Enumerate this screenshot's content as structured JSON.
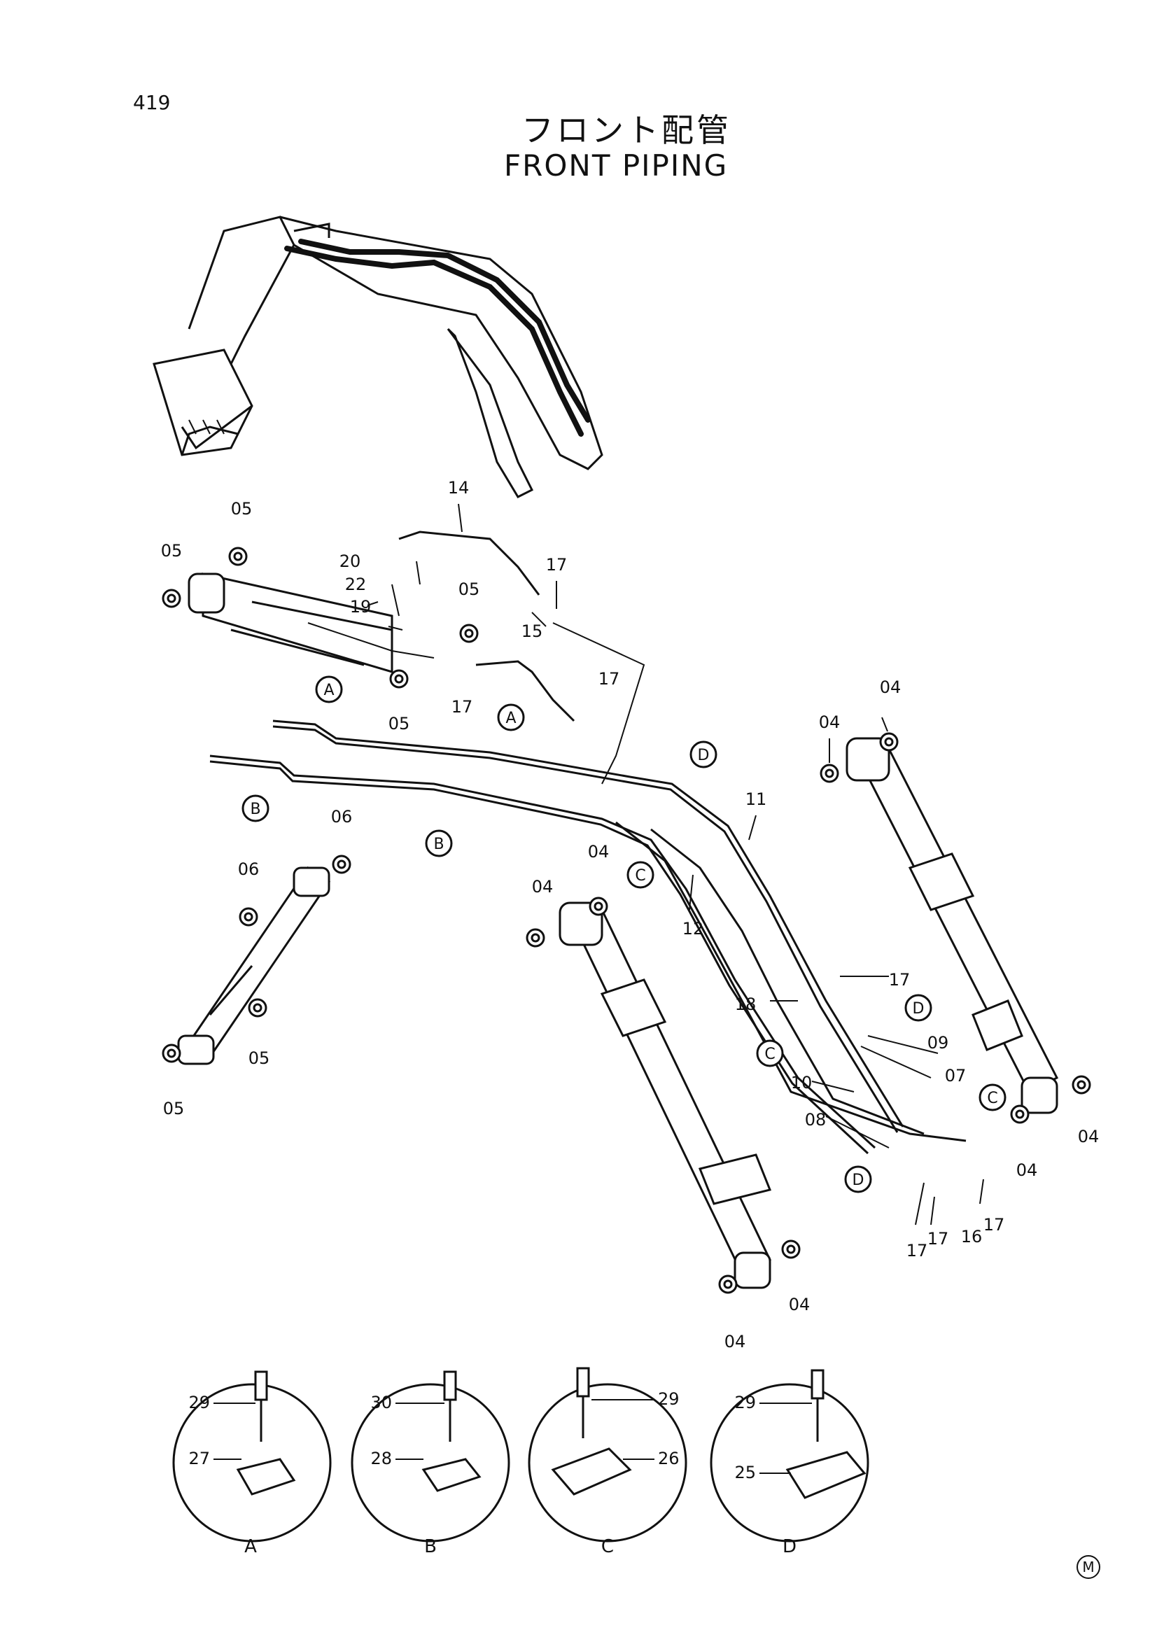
{
  "page_number": "419",
  "title_jp": "フロント配管",
  "title_en": "FRONT  PIPING",
  "footer_mark": "M",
  "callouts": {
    "c04": "04",
    "c05": "05",
    "c06": "06",
    "c07": "07",
    "c08": "08",
    "c09": "09",
    "c10": "10",
    "c11": "11",
    "c12": "12",
    "c14": "14",
    "c15": "15",
    "c16": "16",
    "c17": "17",
    "c18": "18",
    "c19": "19",
    "c20": "20",
    "c22": "22",
    "c25": "25",
    "c26": "26",
    "c27": "27",
    "c28": "28",
    "c29": "29",
    "c30": "30"
  },
  "detail_letters": {
    "a": "A",
    "b": "B",
    "c": "C",
    "d": "D"
  }
}
